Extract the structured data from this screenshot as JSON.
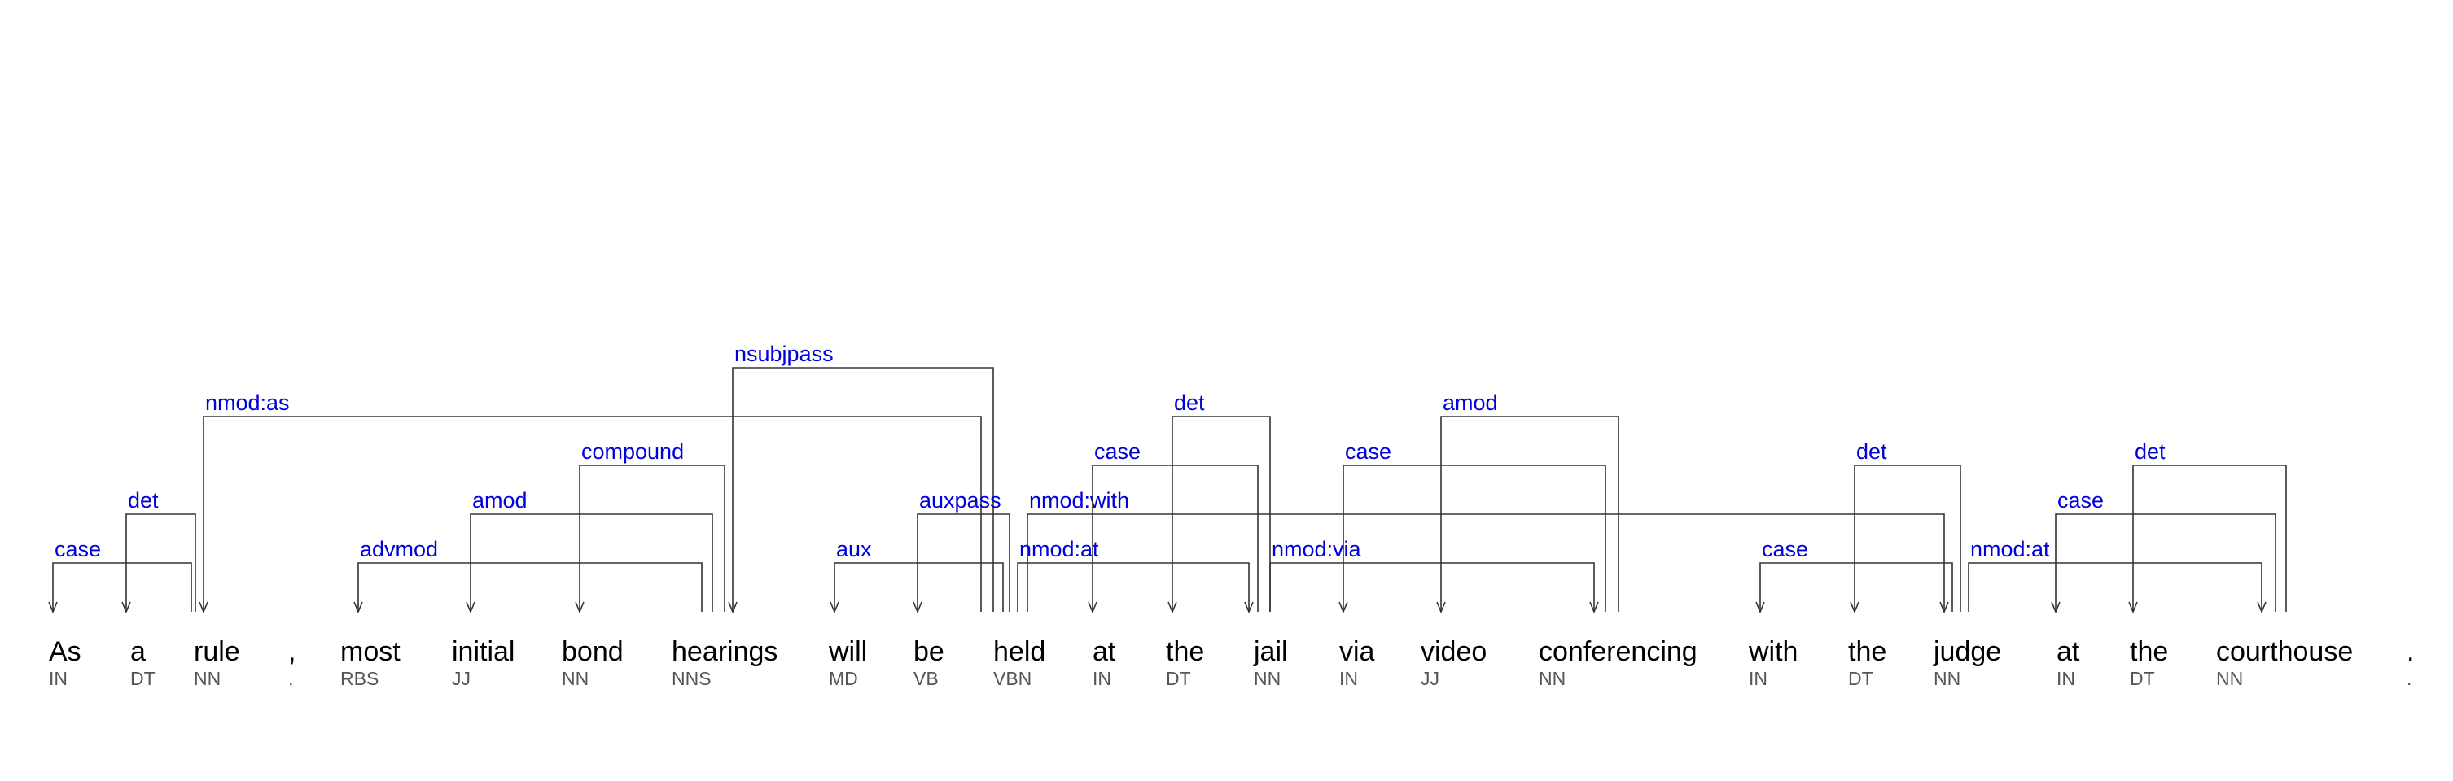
{
  "colors": {
    "relation_label": "#0000dd",
    "word": "#000000",
    "tag": "#555555",
    "arc": "#333333"
  },
  "tokens": [
    {
      "word": "As",
      "tag": "IN"
    },
    {
      "word": "a",
      "tag": "DT"
    },
    {
      "word": "rule",
      "tag": "NN"
    },
    {
      "word": ",",
      "tag": ","
    },
    {
      "word": "most",
      "tag": "RBS"
    },
    {
      "word": "initial",
      "tag": "JJ"
    },
    {
      "word": "bond",
      "tag": "NN"
    },
    {
      "word": "hearings",
      "tag": "NNS"
    },
    {
      "word": "will",
      "tag": "MD"
    },
    {
      "word": "be",
      "tag": "VB"
    },
    {
      "word": "held",
      "tag": "VBN"
    },
    {
      "word": "at",
      "tag": "IN"
    },
    {
      "word": "the",
      "tag": "DT"
    },
    {
      "word": "jail",
      "tag": "NN"
    },
    {
      "word": "via",
      "tag": "IN"
    },
    {
      "word": "video",
      "tag": "JJ"
    },
    {
      "word": "conferencing",
      "tag": "NN"
    },
    {
      "word": "with",
      "tag": "IN"
    },
    {
      "word": "the",
      "tag": "DT"
    },
    {
      "word": "judge",
      "tag": "NN"
    },
    {
      "word": "at",
      "tag": "IN"
    },
    {
      "word": "the",
      "tag": "DT"
    },
    {
      "word": "courthouse",
      "tag": "NN"
    },
    {
      "word": ".",
      "tag": "."
    }
  ],
  "dependencies": [
    {
      "rel": "case",
      "head": 2,
      "dep": 0,
      "level": 1
    },
    {
      "rel": "det",
      "head": 2,
      "dep": 1,
      "level": 2
    },
    {
      "rel": "nmod:as",
      "head": 10,
      "dep": 2,
      "level": 5
    },
    {
      "rel": "advmod",
      "head": 7,
      "dep": 4,
      "level": 1
    },
    {
      "rel": "amod",
      "head": 7,
      "dep": 5,
      "level": 2
    },
    {
      "rel": "compound",
      "head": 7,
      "dep": 6,
      "level": 3
    },
    {
      "rel": "nsubjpass",
      "head": 10,
      "dep": 7,
      "level": 6
    },
    {
      "rel": "aux",
      "head": 10,
      "dep": 8,
      "level": 1
    },
    {
      "rel": "auxpass",
      "head": 10,
      "dep": 9,
      "level": 2
    },
    {
      "rel": "nmod:at",
      "head": 10,
      "dep": 13,
      "level": 1
    },
    {
      "rel": "nmod:with",
      "head": 10,
      "dep": 19,
      "level": 2
    },
    {
      "rel": "case",
      "head": 13,
      "dep": 11,
      "level": 3
    },
    {
      "rel": "det",
      "head": 13,
      "dep": 12,
      "level": 4
    },
    {
      "rel": "nmod:via",
      "head": 13,
      "dep": 16,
      "level": 1
    },
    {
      "rel": "case",
      "head": 16,
      "dep": 14,
      "level": 3
    },
    {
      "rel": "amod",
      "head": 16,
      "dep": 15,
      "level": 4
    },
    {
      "rel": "case",
      "head": 19,
      "dep": 17,
      "level": 1
    },
    {
      "rel": "det",
      "head": 19,
      "dep": 18,
      "level": 3
    },
    {
      "rel": "nmod:at",
      "head": 19,
      "dep": 22,
      "level": 1
    },
    {
      "rel": "case",
      "head": 22,
      "dep": 20,
      "level": 2
    },
    {
      "rel": "det",
      "head": 22,
      "dep": 21,
      "level": 3
    }
  ]
}
